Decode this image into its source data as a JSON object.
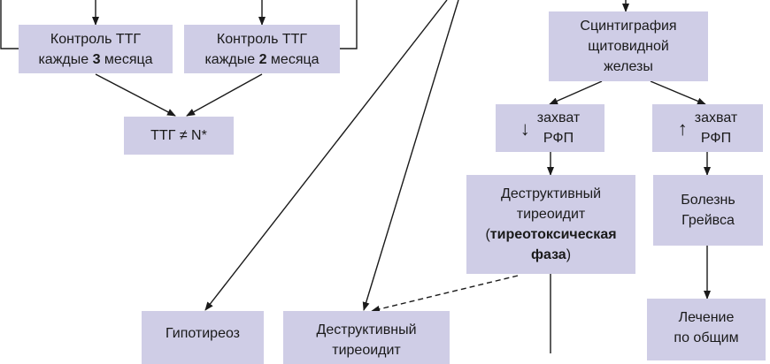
{
  "colors": {
    "box_fill": "#cfcde6",
    "line": "#1a1a1a"
  },
  "nodes": {
    "tsh_3m": {
      "line1": "Контроль ТТГ",
      "pre": "каждые ",
      "bold": "3",
      "post": " месяца"
    },
    "tsh_2m": {
      "line1": "Контроль ТТГ",
      "pre": "каждые ",
      "bold": "2",
      "post": " месяца"
    },
    "tsh_abnormal": {
      "text": "ТТГ ≠ N*"
    },
    "scintigraphy": {
      "line1": "Сцинтиграфия",
      "line2": "щитовидной",
      "line3": "железы"
    },
    "uptake_low": {
      "arrow": "↓",
      "line1": "захват",
      "line2": "РФП"
    },
    "uptake_high": {
      "arrow": "↑",
      "line1": "захват",
      "line2": "РФП"
    },
    "destructive_toxic": {
      "line1": "Деструктивный",
      "line2": "тиреоидит",
      "open": "(",
      "bold1": "тиреотоксическая",
      "bold2": "фаза",
      "close": ")"
    },
    "graves": {
      "line1": "Болезнь",
      "line2": "Грейвса"
    },
    "hypothyroidism": {
      "text": "Гипотиреоз"
    },
    "destructive": {
      "line1": "Деструктивный",
      "line2": "тиреоидит"
    },
    "treatment": {
      "line1": "Лечение",
      "line2": "по общим"
    }
  }
}
